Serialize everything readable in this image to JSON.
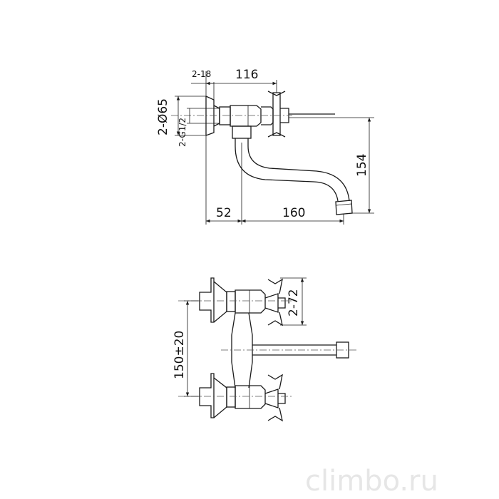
{
  "dimensions": {
    "d_2_18": "2-18",
    "d_116": "116",
    "d_2_phi65": "2-Ø65",
    "d_2_g12": "2-G1/2",
    "d_154": "154",
    "d_52": "52",
    "d_160": "160",
    "d_2_72": "2-72",
    "d_150_20": "150±20"
  },
  "watermark": "climbo.ru"
}
